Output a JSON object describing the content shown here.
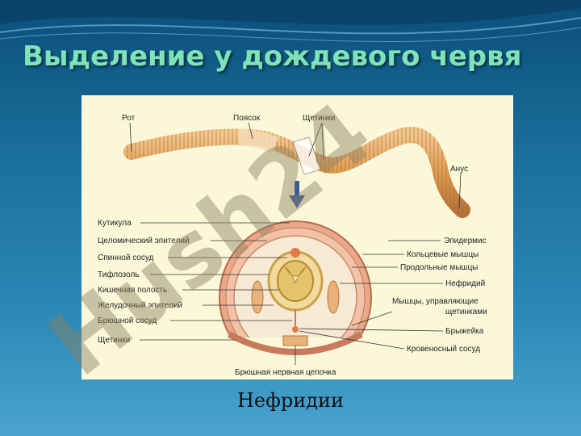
{
  "slide": {
    "title": "Выделение у дождевого червя",
    "caption": "Нефридии"
  },
  "diagram": {
    "worm_labels": {
      "mouth": "Рот",
      "girdle": "Поясок",
      "setae": "Щетинки",
      "anus": "Анус"
    },
    "left_labels": [
      "Кутикула",
      "Целомический эпителий",
      "Спинной сосуд",
      "Тифлозоль",
      "Кишечная полость",
      "Желудочный эпителий",
      "Брюшной сосуд",
      "Щетинки"
    ],
    "right_labels": [
      "Эпидермис",
      "Кольцевые мышцы",
      "Продольные мышцы",
      "Нефридий",
      "Мышцы, управляющие",
      "щетинками",
      "Брыжейка",
      "Кровеносный сосуд"
    ],
    "bottom_label": "Брюшная нервная цепочка"
  },
  "watermark": {
    "text": "Hush24"
  },
  "colors": {
    "background_top": "#0a4f7a",
    "background_bottom": "#4aa3cf",
    "title": "#7fe3b8",
    "figure_bg": "#fbf8d9",
    "worm": "#e8a35a",
    "arrow": "#3a5a9a"
  }
}
